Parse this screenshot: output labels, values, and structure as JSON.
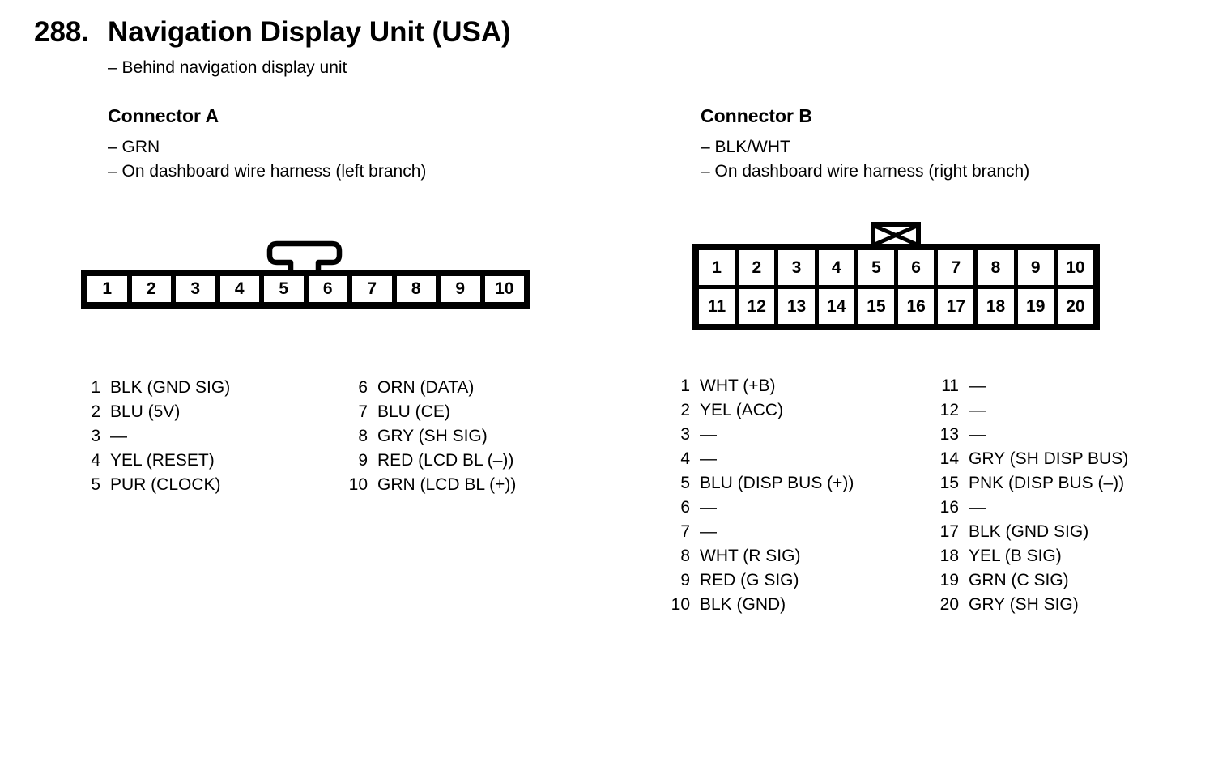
{
  "page": {
    "number": "288.",
    "title": "Navigation Display Unit (USA)",
    "subtitle": "– Behind navigation display unit"
  },
  "colors": {
    "ink": "#000000",
    "paper": "#ffffff"
  },
  "connector_a": {
    "title": "Connector A",
    "notes": [
      "– GRN",
      "– On dashboard wire harness (left branch)"
    ],
    "cells": [
      "1",
      "2",
      "3",
      "4",
      "5",
      "6",
      "7",
      "8",
      "9",
      "10"
    ],
    "pins_left": [
      {
        "num": "1",
        "label": "BLK (GND SIG)"
      },
      {
        "num": "2",
        "label": "BLU (5V)"
      },
      {
        "num": "3",
        "label": "—"
      },
      {
        "num": "4",
        "label": "YEL (RESET)"
      },
      {
        "num": "5",
        "label": "PUR (CLOCK)"
      }
    ],
    "pins_right": [
      {
        "num": "6",
        "label": "ORN (DATA)"
      },
      {
        "num": "7",
        "label": "BLU (CE)"
      },
      {
        "num": "8",
        "label": "GRY (SH SIG)"
      },
      {
        "num": "9",
        "label": "RED (LCD BL (–))"
      },
      {
        "num": "10",
        "label": "GRN (LCD BL (+))"
      }
    ]
  },
  "connector_b": {
    "title": "Connector B",
    "notes": [
      "– BLK/WHT",
      "– On dashboard wire harness (right branch)"
    ],
    "cells_row1": [
      "1",
      "2",
      "3",
      "4",
      "5",
      "6",
      "7",
      "8",
      "9",
      "10"
    ],
    "cells_row2": [
      "11",
      "12",
      "13",
      "14",
      "15",
      "16",
      "17",
      "18",
      "19",
      "20"
    ],
    "pins_left": [
      {
        "num": "1",
        "label": "WHT (+B)"
      },
      {
        "num": "2",
        "label": "YEL (ACC)"
      },
      {
        "num": "3",
        "label": "—"
      },
      {
        "num": "4",
        "label": "—"
      },
      {
        "num": "5",
        "label": "BLU (DISP BUS (+))"
      },
      {
        "num": "6",
        "label": "—"
      },
      {
        "num": "7",
        "label": "—"
      },
      {
        "num": "8",
        "label": "WHT (R SIG)"
      },
      {
        "num": "9",
        "label": "RED (G SIG)"
      },
      {
        "num": "10",
        "label": "BLK (GND)"
      }
    ],
    "pins_right": [
      {
        "num": "11",
        "label": "—"
      },
      {
        "num": "12",
        "label": "—"
      },
      {
        "num": "13",
        "label": "—"
      },
      {
        "num": "14",
        "label": "GRY (SH DISP BUS)"
      },
      {
        "num": "15",
        "label": "PNK (DISP BUS (–))"
      },
      {
        "num": "16",
        "label": "—"
      },
      {
        "num": "17",
        "label": "BLK (GND SIG)"
      },
      {
        "num": "18",
        "label": "YEL (B SIG)"
      },
      {
        "num": "19",
        "label": "GRN (C SIG)"
      },
      {
        "num": "20",
        "label": "GRY (SH SIG)"
      }
    ]
  }
}
